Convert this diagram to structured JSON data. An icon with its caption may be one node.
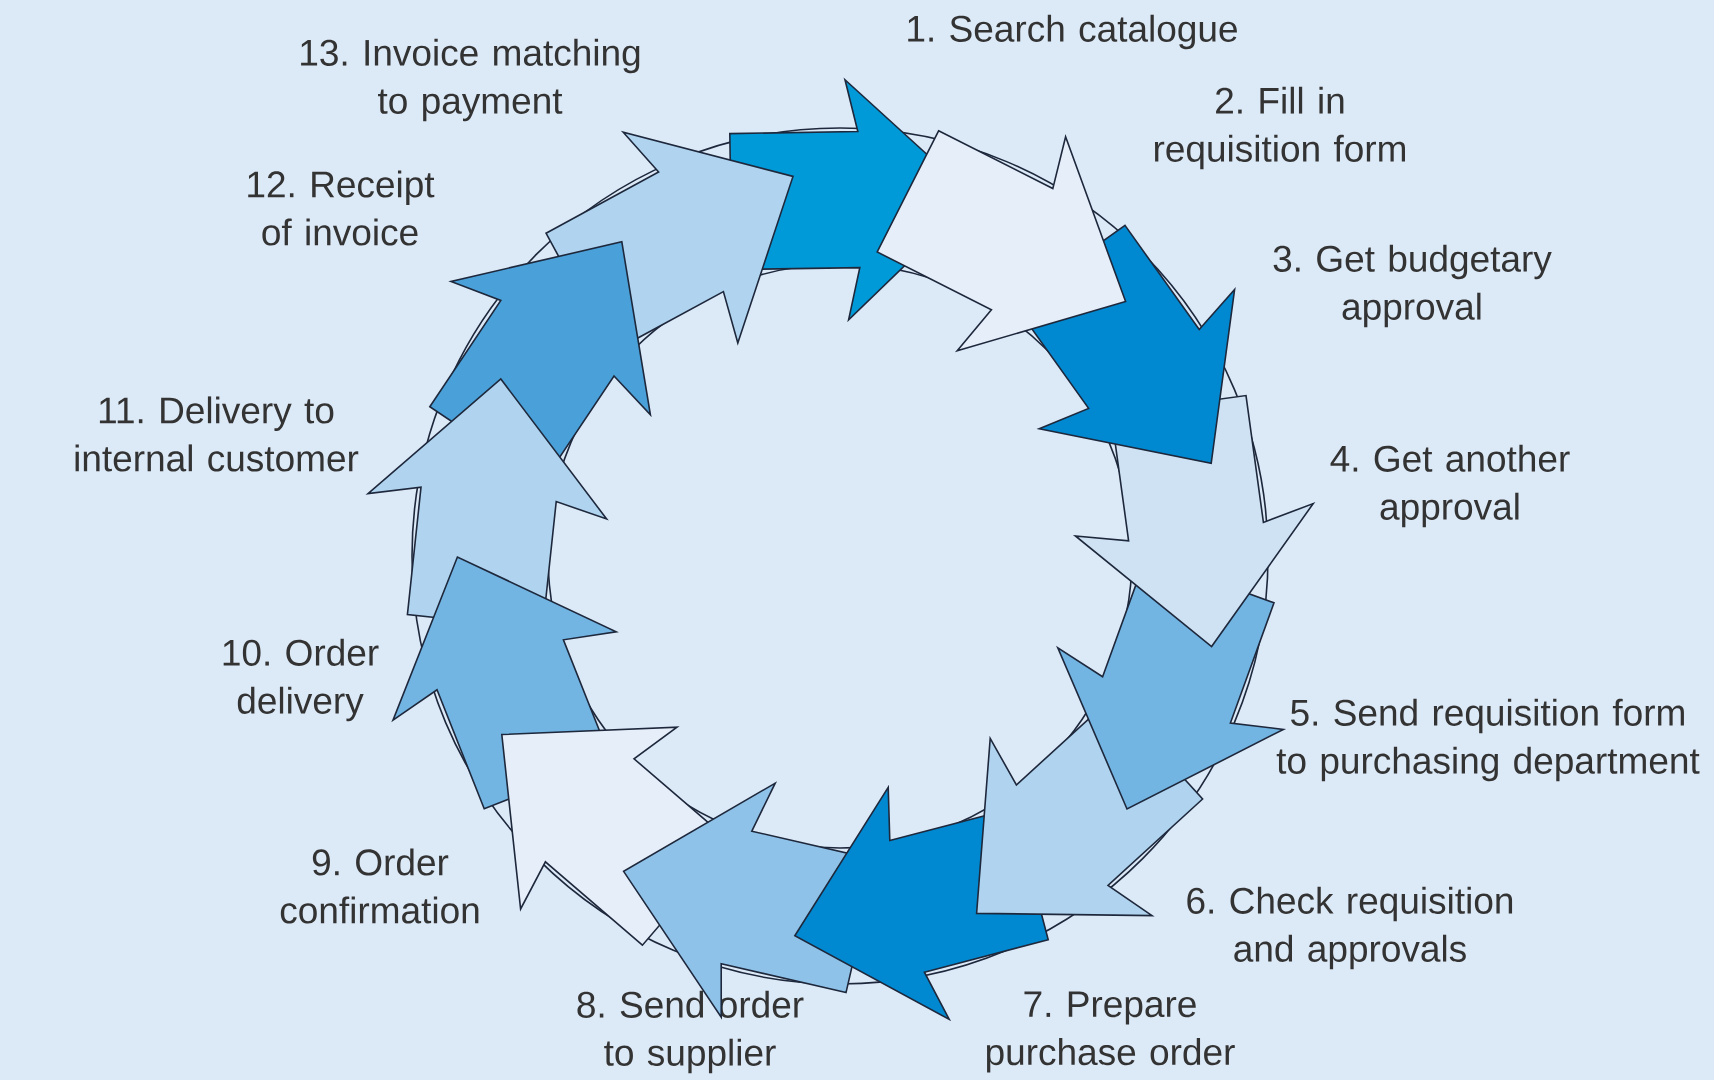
{
  "diagram": {
    "nodes": [
      {
        "text": [
          "1. Search catalogue"
        ]
      },
      {
        "text": [
          "2. Fill in requisition form"
        ]
      },
      {
        "text": [
          "3. Get budgetary approval"
        ]
      },
      {
        "text": [
          "4. Get another approval"
        ]
      },
      {
        "text": [
          "5. Send requisition form to purchasing department"
        ]
      },
      {
        "text": [
          "6. Check requisition and approvals"
        ]
      },
      {
        "text": [
          "7. Prepare purchase order"
        ]
      },
      {
        "text": [
          "8. Send order to supplier"
        ]
      },
      {
        "text": [
          "9. Order confirmation"
        ]
      },
      {
        "text": [
          "10. Order delivery"
        ]
      },
      {
        "text": [
          "11. Delivery to internal customer"
        ]
      },
      {
        "text": [
          "12. Receipt of invoice"
        ]
      },
      {
        "text": [
          "13. Invoice matching to payment"
        ]
      }
    ],
    "edges": [
      {
        "from": 0,
        "to": 1,
        "arrow": "to"
      },
      {
        "from": 1,
        "to": 2,
        "arrow": "to"
      },
      {
        "from": 2,
        "to": 3,
        "arrow": "to"
      },
      {
        "from": 3,
        "to": 4,
        "arrow": "to"
      },
      {
        "from": 4,
        "to": 5,
        "arrow": "to"
      },
      {
        "from": 5,
        "to": 6,
        "arrow": "to"
      },
      {
        "from": 6,
        "to": 7,
        "arrow": "to"
      },
      {
        "from": 7,
        "to": 8,
        "arrow": "to"
      },
      {
        "from": 8,
        "to": 9,
        "arrow": "to"
      },
      {
        "from": 9,
        "to": 10,
        "arrow": "to"
      },
      {
        "from": 10,
        "to": 11,
        "arrow": "to"
      },
      {
        "from": 11,
        "to": 12,
        "arrow": "to"
      },
      {
        "from": 12,
        "to": 0,
        "arrow": "to"
      }
    ]
  }
}
